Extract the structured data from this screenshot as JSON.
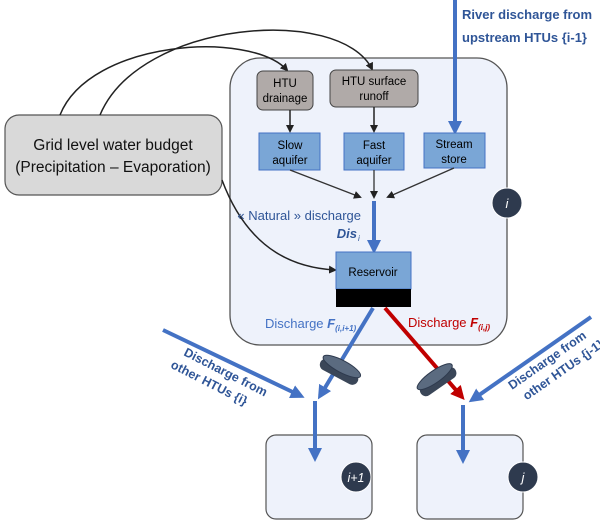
{
  "colors": {
    "blue": "#4472c4",
    "red": "#c00000",
    "text_blue": "#2f5597",
    "box_blue": "#7aa6d6",
    "gray_box": "#b0aaa8",
    "htu_fill": "#eef2fb",
    "badge": "#2e3a4e"
  },
  "grid_box": {
    "line1": "Grid level water budget",
    "line2": "(Precipitation – Evaporation)"
  },
  "htu_drainage": {
    "line1": "HTU",
    "line2": "drainage"
  },
  "htu_runoff": {
    "line1": "HTU surface",
    "line2": "runoff"
  },
  "slow_aquifer": {
    "line1": "Slow",
    "line2": "aquifer"
  },
  "fast_aquifer": {
    "line1": "Fast",
    "line2": "aquifer"
  },
  "stream_store": {
    "line1": "Stream",
    "line2": "store"
  },
  "river": {
    "line1": "River discharge from",
    "line2": "upstream HTUs {i-1}"
  },
  "natural": {
    "label": "« Natural » discharge",
    "symbol": "Dis",
    "sub": "i"
  },
  "reservoir": {
    "label": "Reservoir"
  },
  "discharge_next": {
    "label": "Discharge ",
    "symbol": "F",
    "sub": "(i,i+1)"
  },
  "discharge_j": {
    "label": "Discharge ",
    "symbol": "F",
    "sub": "(i,j)"
  },
  "other_left": {
    "line1": "Discharge from",
    "line2": "other HTUs {i}"
  },
  "other_right": {
    "line1": "Discharge from",
    "line2": "other HTUs {j-1}"
  },
  "badges": {
    "i": "i",
    "next": "i+1",
    "j": "j"
  }
}
